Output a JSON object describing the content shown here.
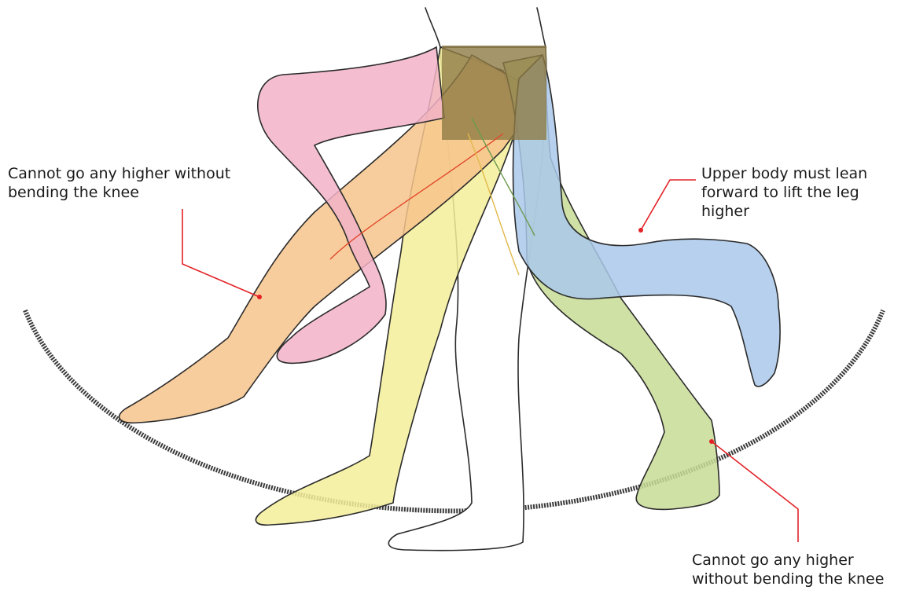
{
  "diagram": {
    "callouts": [
      {
        "id": "c1",
        "text": "Cannot go any higher without\nbending the knee"
      },
      {
        "id": "c2",
        "text": "Upper body must lean\nforward to lift the leg\nhigher"
      },
      {
        "id": "c3",
        "text": "Cannot go any higher\nwithout bending the knee"
      }
    ],
    "leg_colors": {
      "pink": "#f2b3c8",
      "orange": "#f7c48c",
      "yellow": "#f4ef9a",
      "green": "#c8dc96",
      "blue": "#a9c8ea",
      "hip_block": "#8f7a45",
      "leader_line": "#e32227",
      "ground_arc": "#3a3a3a"
    }
  }
}
